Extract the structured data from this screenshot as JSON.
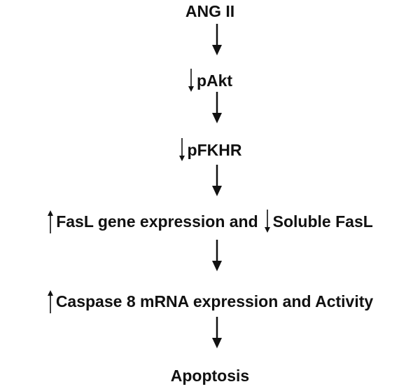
{
  "diagram": {
    "nodes": [
      {
        "id": "ang2",
        "text": "ANG II",
        "indicator": "none"
      },
      {
        "id": "pakt",
        "text": "pAkt",
        "indicator": "down"
      },
      {
        "id": "pfkhr",
        "text": "pFKHR",
        "indicator": "down"
      },
      {
        "id": "fasl",
        "parts": [
          {
            "indicator": "up",
            "text": "FasL gene expression and"
          },
          {
            "indicator": "down",
            "text": "Soluble FasL"
          }
        ]
      },
      {
        "id": "caspase8",
        "text": "Caspase 8 mRNA expression and Activity",
        "indicator": "up"
      },
      {
        "id": "apoptosis",
        "text": "Apoptosis",
        "indicator": "none"
      }
    ],
    "edges": [
      {
        "from": "ang2",
        "to": "pakt"
      },
      {
        "from": "pakt",
        "to": "pfkhr"
      },
      {
        "from": "pfkhr",
        "to": "fasl"
      },
      {
        "from": "fasl",
        "to": "caspase8"
      },
      {
        "from": "caspase8",
        "to": "apoptosis"
      }
    ],
    "colors": {
      "ink": "#111111"
    }
  }
}
